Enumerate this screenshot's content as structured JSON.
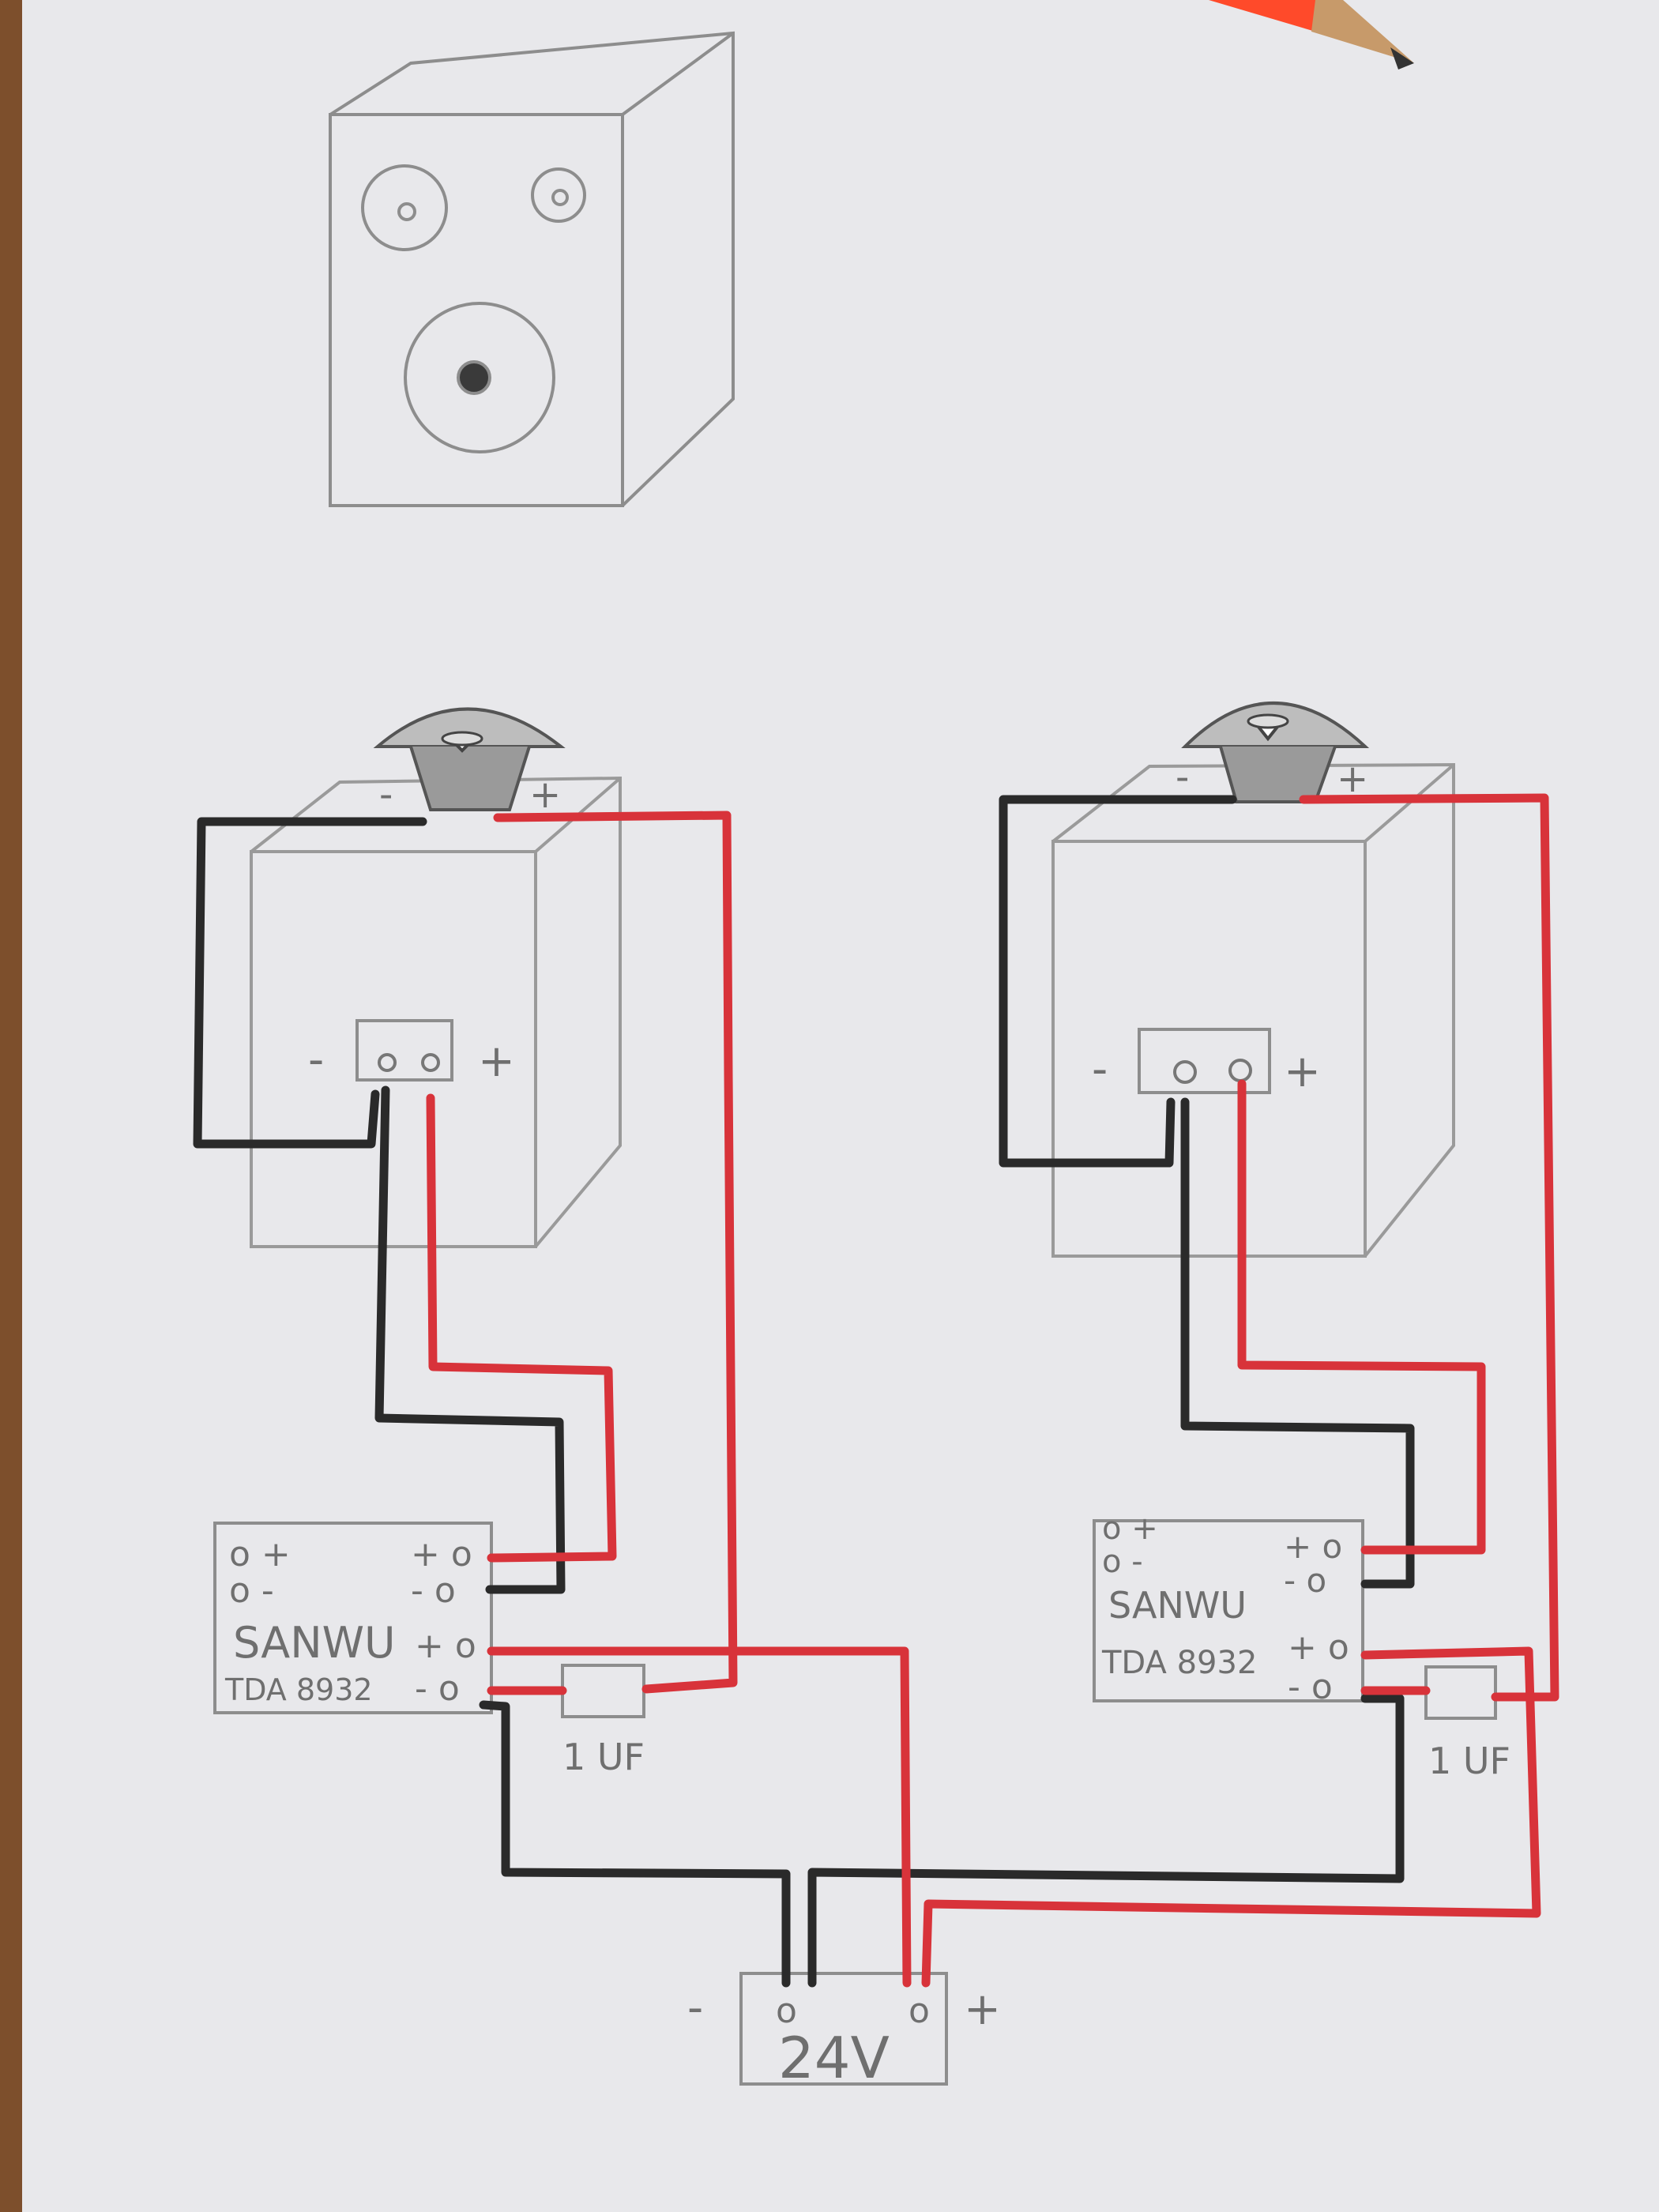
{
  "colors": {
    "paper": "#e9e9ec",
    "pencil": "#8d8d8d",
    "wire_red": "#d8333a",
    "wire_black": "#2a2a2a",
    "pencil_tip": "#ff4a2a"
  },
  "left_speaker": {
    "driver_minus": "-",
    "driver_plus": "+",
    "terminal_minus": "-",
    "terminal_plus": "+"
  },
  "right_speaker": {
    "driver_minus": "-",
    "driver_plus": "+",
    "terminal_minus": "-",
    "terminal_plus": "+"
  },
  "left_amp": {
    "in_plus": "o +",
    "in_minus": "o -",
    "out_plus": "+ o",
    "out_minus": "- o",
    "brand": "SANWU",
    "model": "TDA 8932",
    "pwr_plus": "+ o",
    "pwr_minus": "- o",
    "cap_label": "1 UF"
  },
  "right_amp": {
    "in_plus": "o +",
    "in_minus": "o -",
    "out_plus": "+ o",
    "out_minus": "- o",
    "brand": "SANWU",
    "model": "TDA 8932",
    "pwr_plus": "+ o",
    "pwr_minus": "- o",
    "cap_label": "1 UF"
  },
  "power_supply": {
    "minus": "-",
    "plus": "+",
    "term_minus": "o",
    "term_plus": "o",
    "voltage": "24V"
  }
}
